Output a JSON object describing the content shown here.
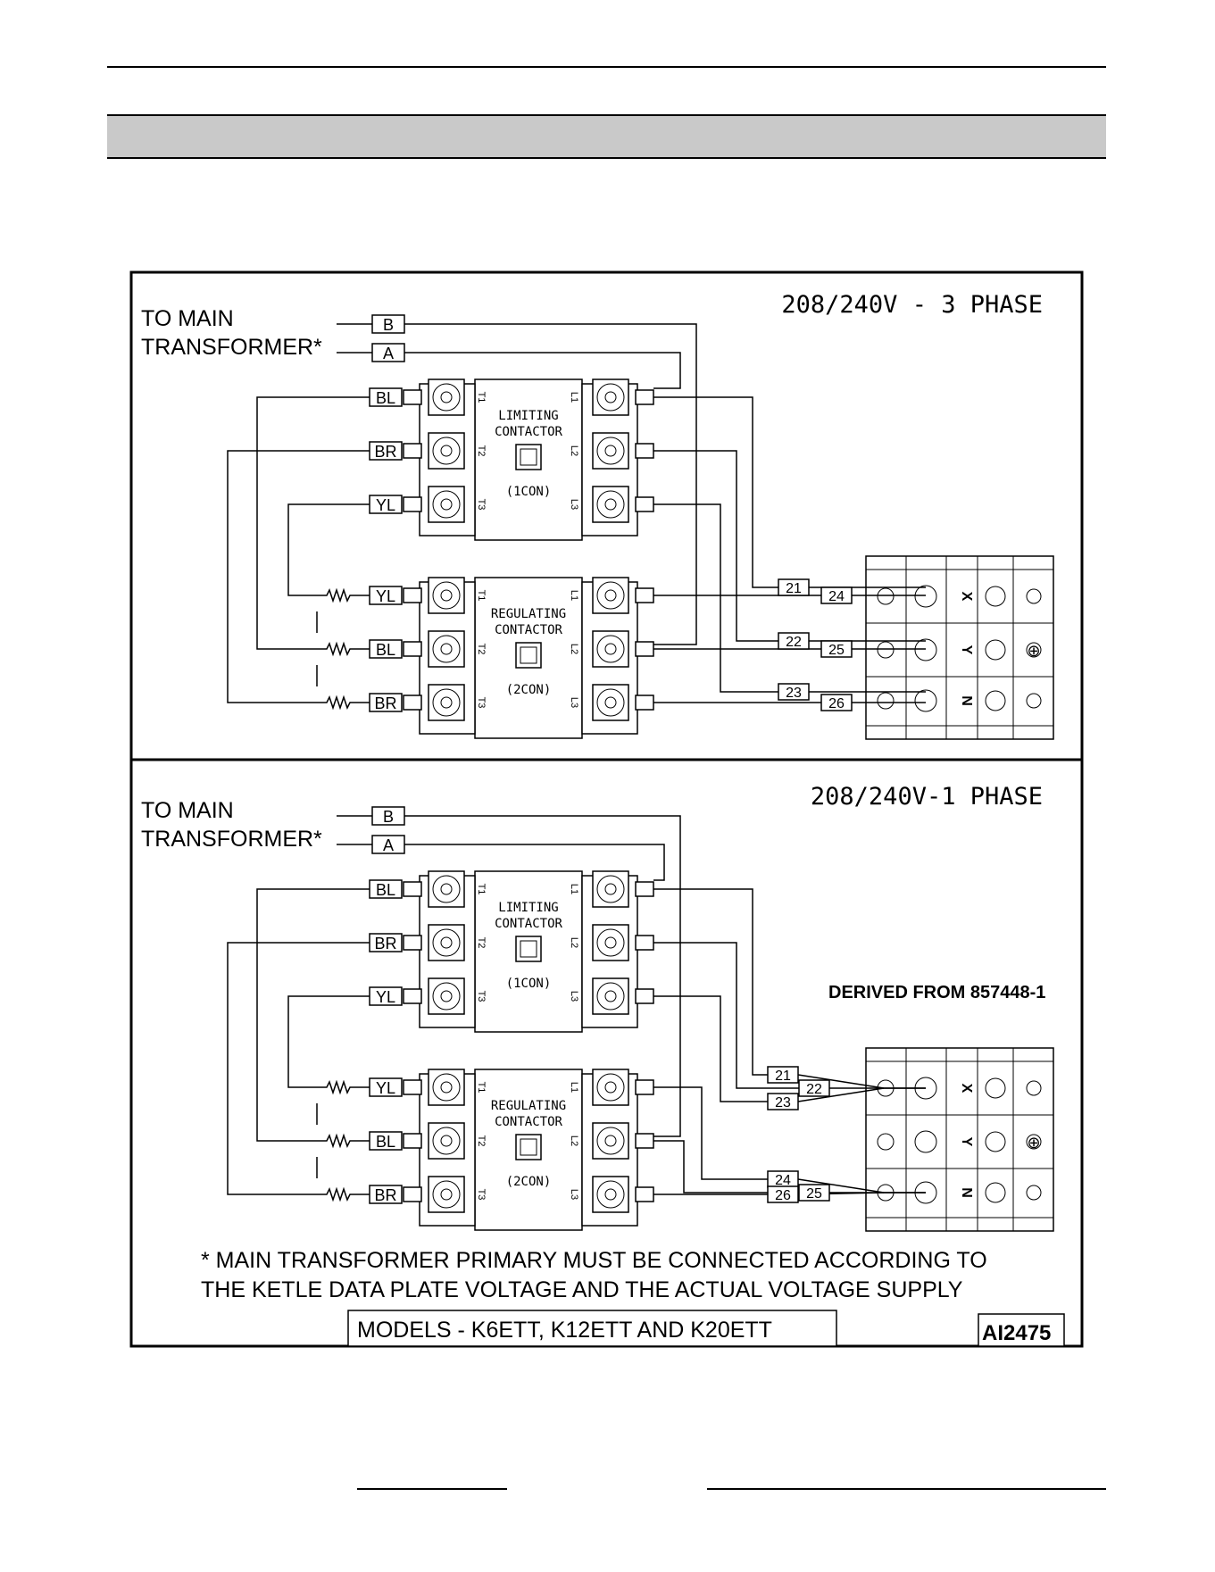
{
  "sections": [
    {
      "title": "208/240V - 3 PHASE",
      "to_main": [
        "TO MAIN",
        "TRANSFORMER*"
      ],
      "transformer_tags": [
        "B",
        "A"
      ],
      "limiting": {
        "name": [
          "LIMITING",
          "CONTACTOR"
        ],
        "id": "(1CON)",
        "left_tags": [
          "BL",
          "BR",
          "YL"
        ]
      },
      "regulating": {
        "name": [
          "REGULATING",
          "CONTACTOR"
        ],
        "id": "(2CON)",
        "left_tags": [
          "YL",
          "BL",
          "BR"
        ]
      },
      "terminals_left": [
        "T1",
        "T2",
        "T3"
      ],
      "terminals_right": [
        "L1",
        "L2",
        "L3"
      ],
      "wire_numbers": [
        "21",
        "24",
        "22",
        "25",
        "23",
        "26"
      ],
      "block_letters": [
        "X",
        "Y",
        "N"
      ]
    },
    {
      "title": "208/240V-1 PHASE",
      "to_main": [
        "TO MAIN",
        "TRANSFORMER*"
      ],
      "transformer_tags": [
        "B",
        "A"
      ],
      "limiting": {
        "name": [
          "LIMITING",
          "CONTACTOR"
        ],
        "id": "(1CON)",
        "left_tags": [
          "BL",
          "BR",
          "YL"
        ]
      },
      "regulating": {
        "name": [
          "REGULATING",
          "CONTACTOR"
        ],
        "id": "(2CON)",
        "left_tags": [
          "YL",
          "BL",
          "BR"
        ]
      },
      "terminals_left": [
        "T1",
        "T2",
        "T3"
      ],
      "terminals_right": [
        "L1",
        "L2",
        "L3"
      ],
      "wire_numbers": [
        "21",
        "22",
        "23",
        "24",
        "25",
        "26"
      ],
      "block_letters": [
        "X",
        "Y",
        "N"
      ]
    }
  ],
  "derived": "DERIVED FROM 857448-1",
  "note": [
    "* MAIN TRANSFORMER PRIMARY MUST BE CONNECTED ACCORDING TO",
    "THE KETLE DATA PLATE VOLTAGE AND THE ACTUAL VOLTAGE SUPPLY"
  ],
  "models": "MODELS - K6ETT, K12ETT AND K20ETT",
  "drawing_id": "AI2475"
}
